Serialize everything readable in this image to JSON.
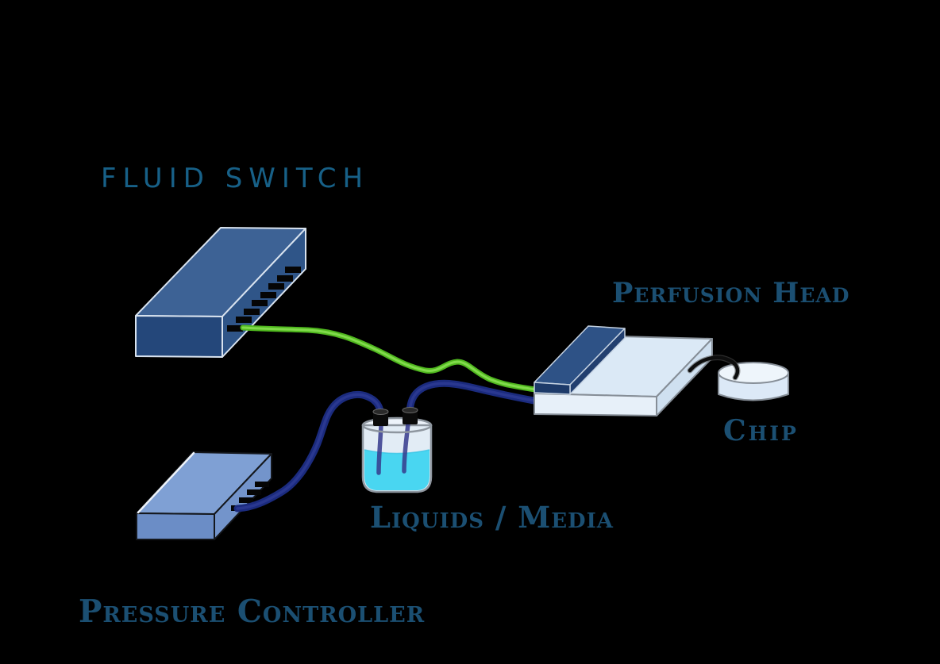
{
  "labels": {
    "fluid_switch": "FLUID SWITCH",
    "perfusion_head": "Perfusion Head",
    "chip": "Chip",
    "liquids_media": "Liquids / Media",
    "pressure_controller": "Pressure Controller"
  },
  "colors": {
    "background": "#000000",
    "label_sans": "#176087",
    "label_serif": "#1b4f72",
    "fluid_switch": {
      "top": "#3d6295",
      "front": "#24477a",
      "side": "#2f5588",
      "outline": "#d9e3ef"
    },
    "pressure_controller": {
      "top": "#7fa0d4",
      "front": "#6b8dc6",
      "side": "#7394cb",
      "outline": "#14171c",
      "highlight": "#eef3fa"
    },
    "perfusion_head": {
      "slab_top": "#dbe9f6",
      "slab_front": "#e7f0f9",
      "slab_side": "#cfe0f0",
      "outline": "#868e97",
      "bar_top": "#2e5286",
      "bar_front": "#1d3a69",
      "bar_side": "#223f6f",
      "bar_outline": "#c6d3e2"
    },
    "chip_dish": {
      "top": "#eef5fb",
      "body": "#dce9f7",
      "outline": "#868e97"
    },
    "bottle": {
      "glass": "#e2ecf5",
      "rim": "#edf3fa",
      "outline": "#8e969f",
      "liquid": "#49d6f1",
      "liquid_surface": "#2fc0e2",
      "cap": "#0a0a0a",
      "cap_top": "#2a2a2a",
      "cap_edge": "#666666",
      "inner_tube": "#353a8c"
    },
    "tubes": {
      "green": "#4fb71e",
      "green_core": "#80da4b",
      "navy": "#1b2b7e",
      "navy_core": "#2c3a92",
      "wire": "#0d0d0d",
      "wire_halo": "#515151",
      "port": "#050505"
    }
  }
}
